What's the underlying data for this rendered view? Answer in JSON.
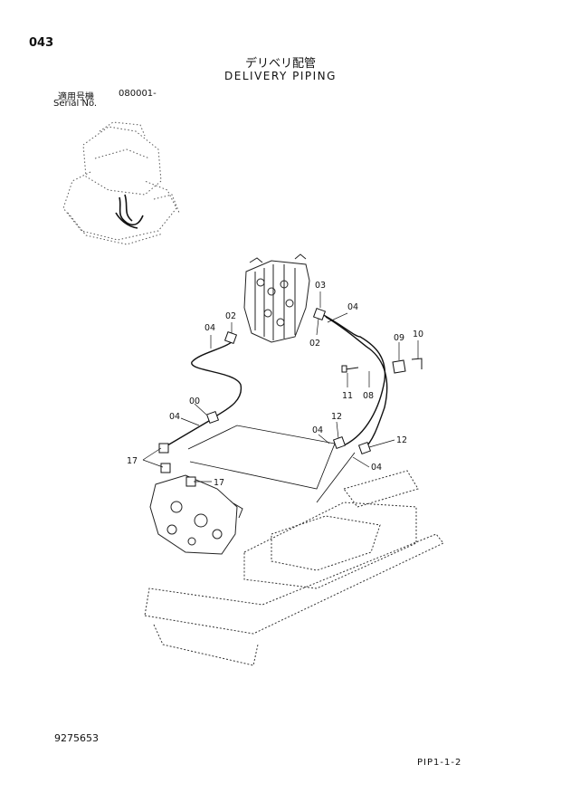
{
  "header": {
    "page_number": "043",
    "title_jp": "デリベリ配管",
    "title_en": "DELIVERY PIPING"
  },
  "serial": {
    "label_jp": "適用号機",
    "value": "080001-",
    "label_en": "Serial No."
  },
  "callouts": [
    "03",
    "04",
    "02",
    "04",
    "02",
    "09",
    "10",
    "11",
    "08",
    "00",
    "04",
    "12",
    "04",
    "12",
    "04",
    "17",
    "17"
  ],
  "footer": {
    "doc_number": "9275653",
    "page_ref": "PIP1-1-2"
  }
}
